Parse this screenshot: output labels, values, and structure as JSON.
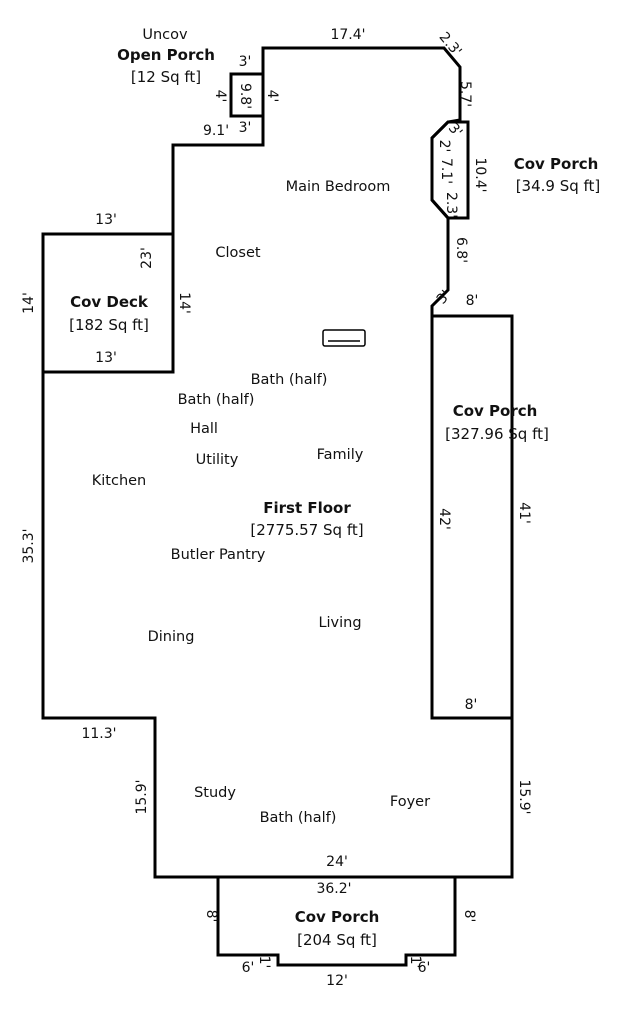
{
  "plan": {
    "first_floor": {
      "title": "First Floor",
      "area": "[2775.57 Sq ft]"
    },
    "open_porch": {
      "prefix": "Uncov",
      "title": "Open Porch",
      "area": "[12 Sq ft]"
    },
    "cov_porch_upper": {
      "title": "Cov Porch",
      "area": "[34.9 Sq ft]"
    },
    "cov_deck": {
      "title": "Cov Deck",
      "area": "[182 Sq ft]"
    },
    "cov_porch_side": {
      "title": "Cov Porch",
      "area": "[327.96 Sq ft]"
    },
    "cov_porch_front": {
      "title": "Cov Porch",
      "area": "[204 Sq ft]"
    },
    "rooms": {
      "main_bedroom": "Main Bedroom",
      "closet": "Closet",
      "bath_half_1": "Bath (half)",
      "bath_half_2": "Bath (half)",
      "hall": "Hall",
      "utility": "Utility",
      "family": "Family",
      "kitchen": "Kitchen",
      "butler_pantry": "Butler Pantry",
      "living": "Living",
      "dining": "Dining",
      "study": "Study",
      "bath_half_3": "Bath (half)",
      "foyer": "Foyer"
    },
    "dims": {
      "top": "17.4'",
      "chamfer_top": "2.3'",
      "right_upper": "5.7'",
      "porch_top_edge": "3'",
      "porch_left_edge": "2'",
      "porch_mid": "7.1'",
      "porch_right": "10.4'",
      "porch_bot_edge": "2.3'",
      "right_mid": "6.8'",
      "side_porch_top_diag": "3'",
      "side_porch_top": "8'",
      "side_porch_left": "42'",
      "side_porch_right": "41'",
      "side_porch_bottom": "8'",
      "op_top": "3'",
      "op_left": "4'",
      "op_inner": "9.8'",
      "op_right": "4'",
      "op_bottom": "3'",
      "notch_bottom": "9.1'",
      "deck_top": "13'",
      "deck_right": "23'",
      "deck_inner": "14'",
      "deck_left": "14'",
      "deck_bottom": "13'",
      "left_main": "35.3'",
      "left_step": "11.3'",
      "lower_left": "15.9'",
      "lower_right": "15.9'",
      "bottom": "24'",
      "front_top": "36.2'",
      "front_left": "8'",
      "front_right": "8'",
      "front_bl": "6'",
      "front_bl_step": "1'",
      "front_bottom": "12'",
      "front_br_step": "1'",
      "front_br": "6'"
    }
  }
}
